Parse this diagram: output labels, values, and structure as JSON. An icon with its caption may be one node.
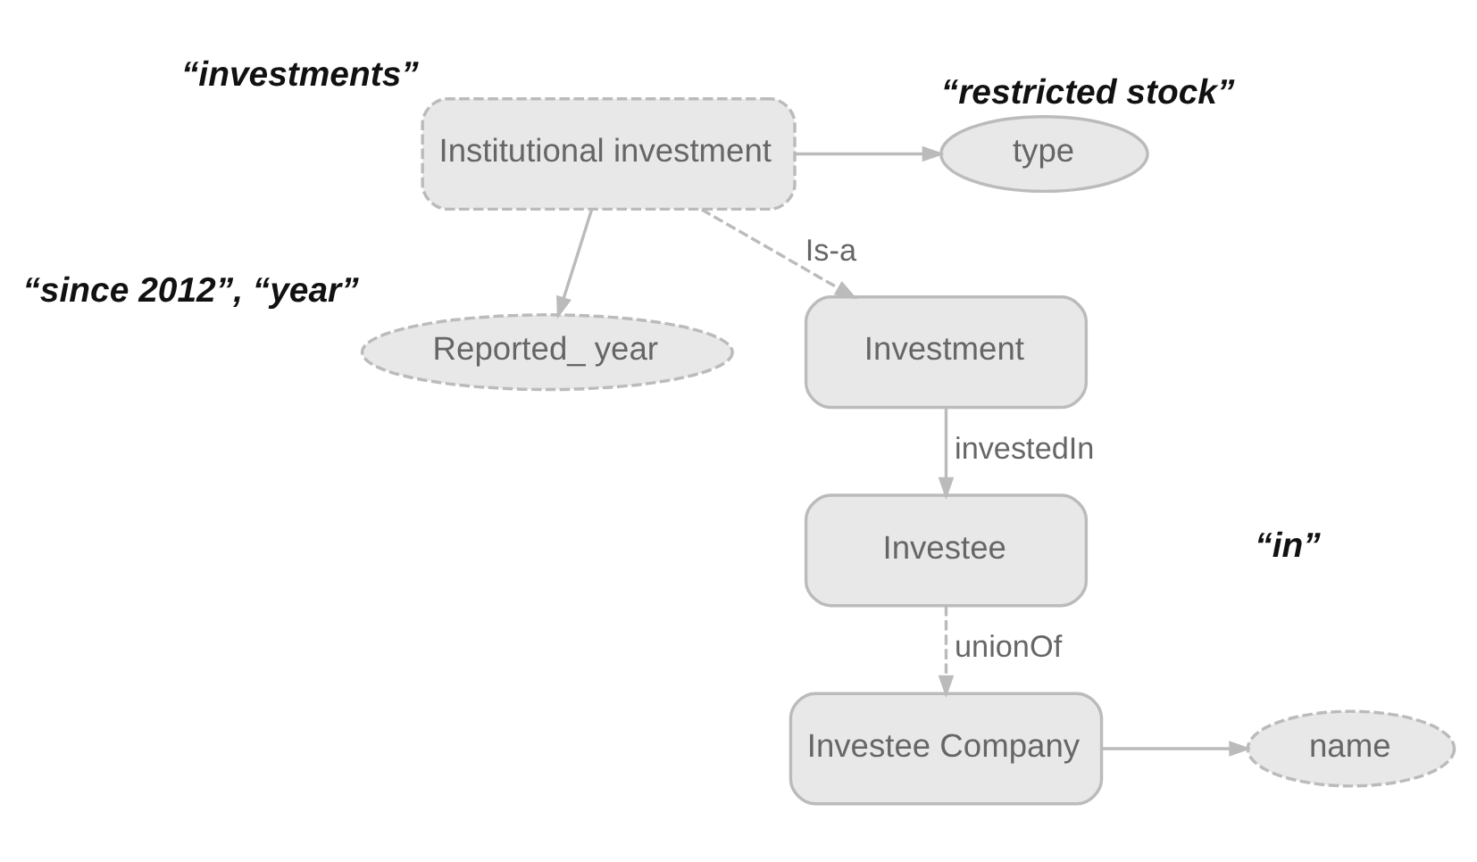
{
  "diagram": {
    "nodes": [
      {
        "text": [
          "Institutional investment"
        ],
        "beside": [
          "“investments”"
        ]
      },
      {
        "text": [
          "type"
        ],
        "beside": [
          "“restricted stock”"
        ]
      },
      {
        "text": [
          "Reported_ year"
        ],
        "beside": [
          "“since 2012”, “year”"
        ]
      },
      {
        "text": [
          "Investment"
        ]
      },
      {
        "text": [
          "Investee"
        ]
      },
      {
        "text": [
          "Investee Company"
        ]
      },
      {
        "text": [
          "name"
        ]
      }
    ],
    "edges": [
      {
        "from": 0,
        "to": 1,
        "arrow": "to"
      },
      {
        "from": 0,
        "to": 2,
        "arrow": "to"
      },
      {
        "from": 0,
        "to": 3,
        "arrow": "to",
        "label": "Is-a",
        "style": "dashed"
      },
      {
        "from": 3,
        "to": 4,
        "arrow": "to",
        "label": "investedIn"
      },
      {
        "from": 4,
        "to": 5,
        "arrow": "to",
        "label": "unionOf",
        "style": "dashed"
      },
      {
        "from": 5,
        "to": 6,
        "arrow": "to"
      }
    ],
    "labels": [
      "“in”"
    ]
  }
}
